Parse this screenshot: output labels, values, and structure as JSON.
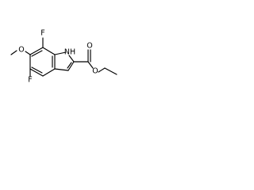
{
  "molecule": {
    "atom_labels": {
      "f_top": "F",
      "f_bottom": "F",
      "oxygen_methoxy": "O",
      "nh": "NH",
      "oxygen_carbonyl": "O",
      "oxygen_ester": "O"
    },
    "colors": {
      "bond": "#000000",
      "text": "#000000",
      "background": "#ffffff"
    }
  }
}
